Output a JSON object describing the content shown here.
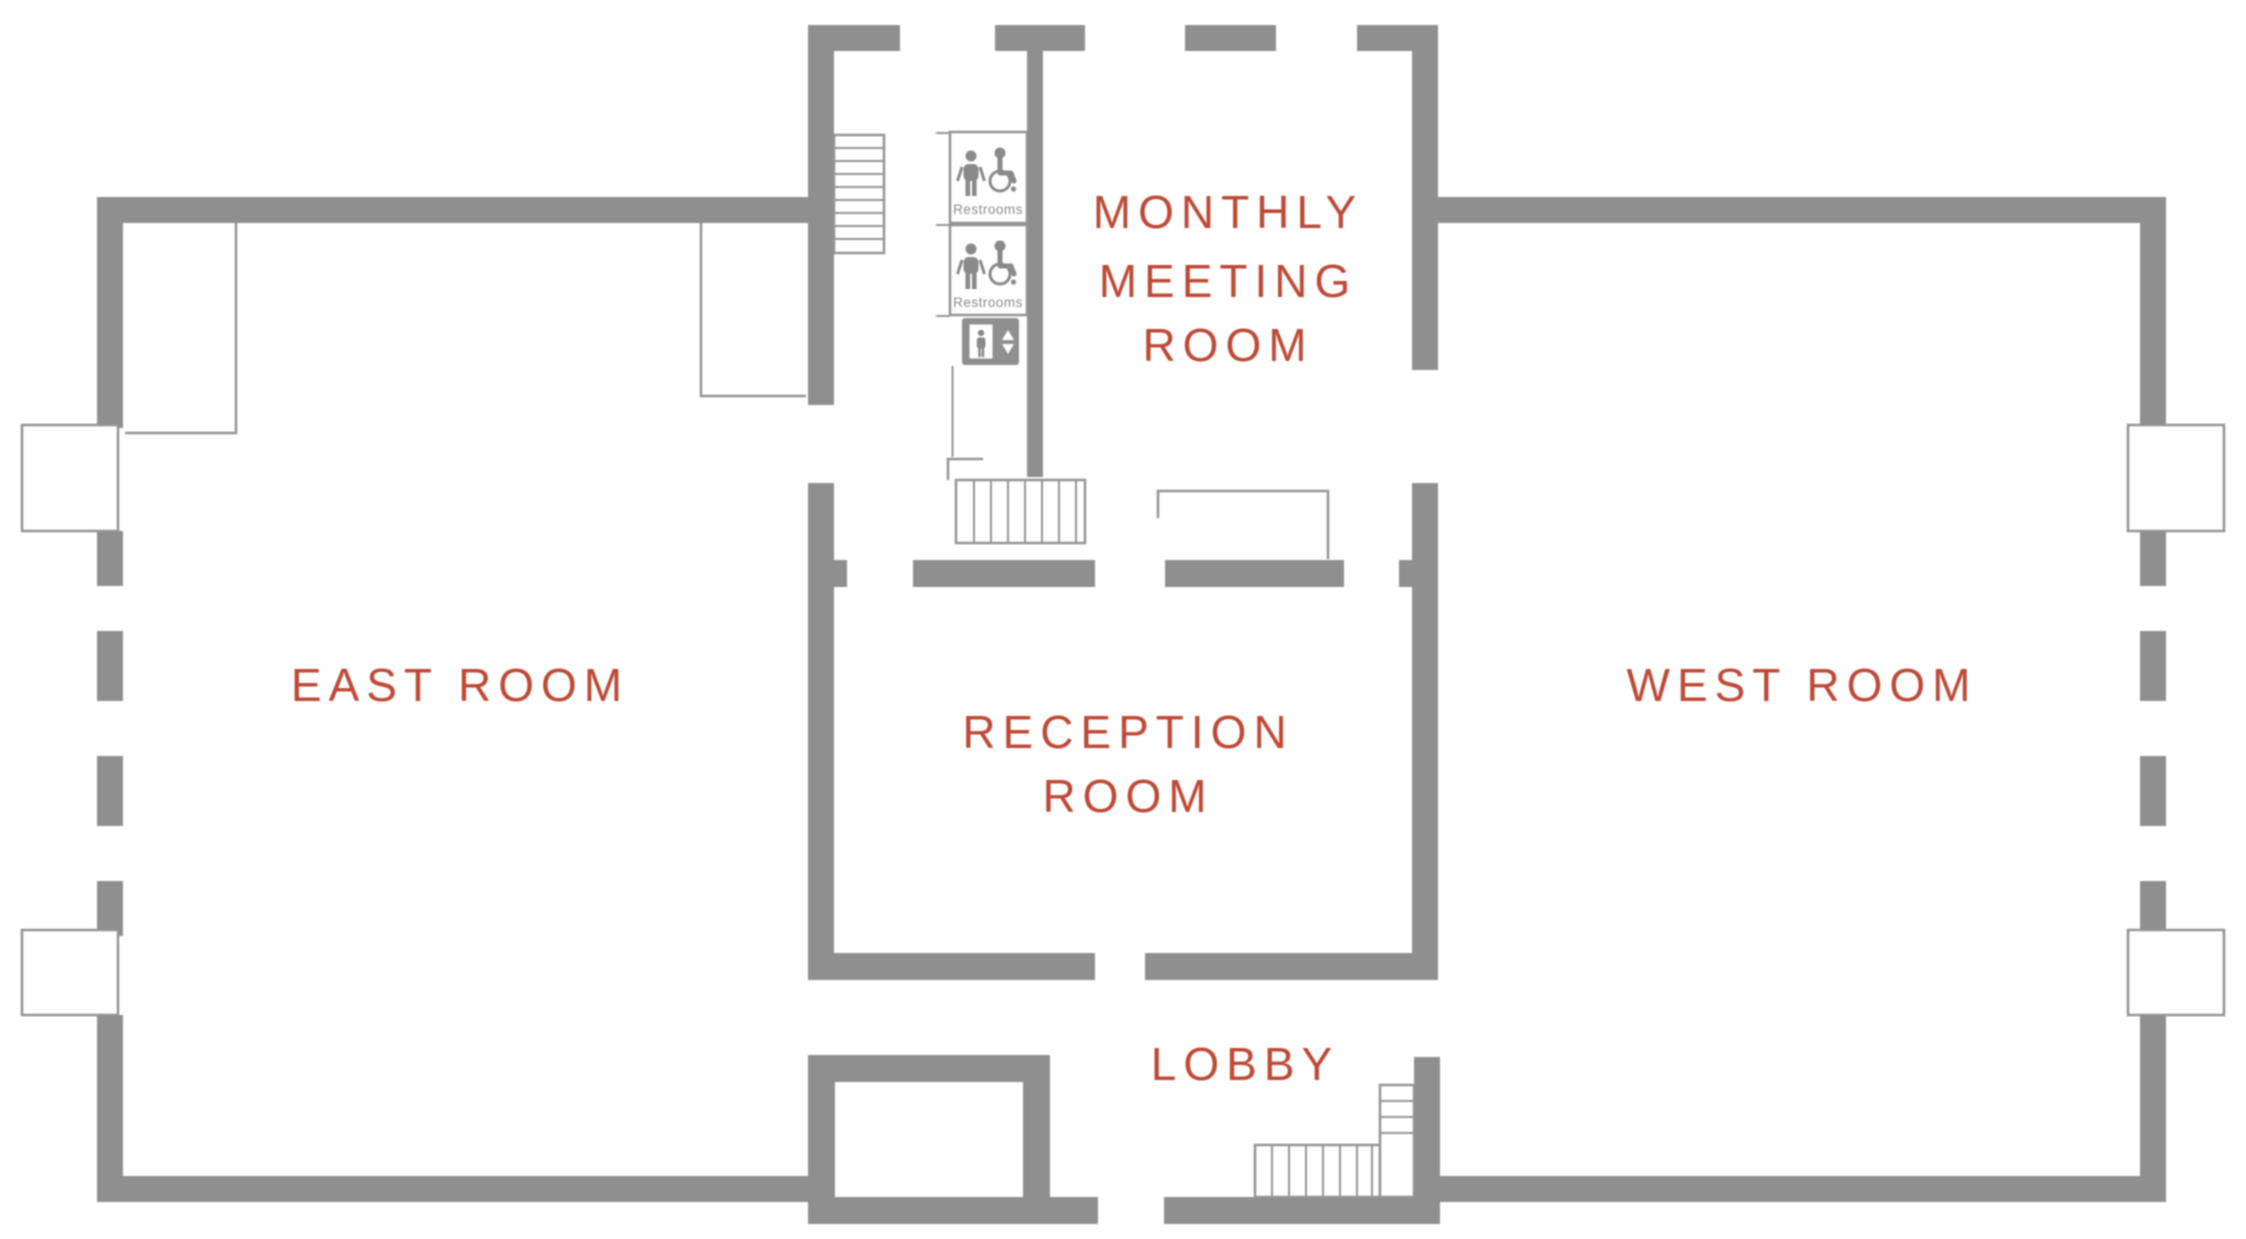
{
  "labels": {
    "east_room": "EAST ROOM",
    "west_room": "WEST ROOM",
    "lobby": "LOBBY",
    "monthly_meeting_room": {
      "line1": "MONTHLY",
      "line2": "MEETING",
      "line3": "ROOM"
    },
    "reception_room": {
      "line1": "RECEPTION",
      "line2": "ROOM"
    }
  },
  "signs": {
    "restrooms_upper": "Restrooms",
    "restrooms_lower": "Restrooms"
  },
  "icons": {
    "restroom_sign": [
      "man-icon",
      "wheelchair-accessible-icon"
    ],
    "elevator": "elevator-icon",
    "stairs": [
      "upper-stairs",
      "mid-stairs",
      "lobby-stairs"
    ]
  },
  "colors": {
    "wall_gray": "#8F8F8F",
    "thin_line_gray": "#949494",
    "label_red": "#BE4936",
    "sign_text_gray": "#8A8A8A",
    "background": "#FFFFFF"
  }
}
